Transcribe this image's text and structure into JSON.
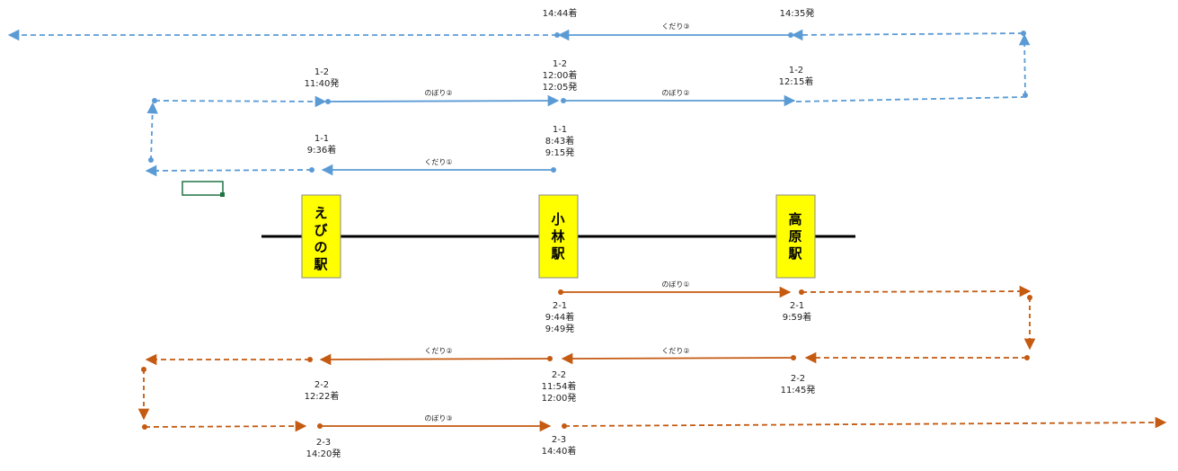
{
  "colors": {
    "blue": "#5b9bd5",
    "orange": "#c55a11",
    "station_fill": "#ffff00",
    "track": "#000000",
    "cell_border": "#217346"
  },
  "stations": {
    "ebino": [
      "え",
      "び",
      "の",
      "駅"
    ],
    "kobayashi": [
      "小",
      "林",
      "駅"
    ],
    "takaharu": [
      "高",
      "原",
      "駅"
    ]
  },
  "blue": {
    "r1": {
      "tag": "くだり③",
      "arrive": "14:44着",
      "depart": "14:35発"
    },
    "r2": {
      "tag_left": "のぼり②",
      "tag_right": "のぼり②",
      "left": [
        "1-2",
        "11:40発"
      ],
      "mid": [
        "1-2",
        "12:00着",
        "12:05発"
      ],
      "right": [
        "1-2",
        "12:15着"
      ]
    },
    "r3": {
      "tag": "くだり①",
      "left": [
        "1-1",
        "9:36着"
      ],
      "mid": [
        "1-1",
        "8:43着",
        "9:15発"
      ]
    }
  },
  "orange": {
    "r1": {
      "tag": "のぼり①",
      "mid": [
        "2-1",
        "9:44着",
        "9:49発"
      ],
      "right": [
        "2-1",
        "9:59着"
      ]
    },
    "r2": {
      "tag_left": "くだり②",
      "tag_right": "くだり②",
      "left": [
        "2-2",
        "12:22着"
      ],
      "mid": [
        "2-2",
        "11:54着",
        "12:00発"
      ],
      "right": [
        "2-2",
        "11:45発"
      ]
    },
    "r3": {
      "tag": "のぼり③",
      "left": [
        "2-3",
        "14:20発"
      ],
      "mid": [
        "2-3",
        "14:40着"
      ]
    }
  }
}
